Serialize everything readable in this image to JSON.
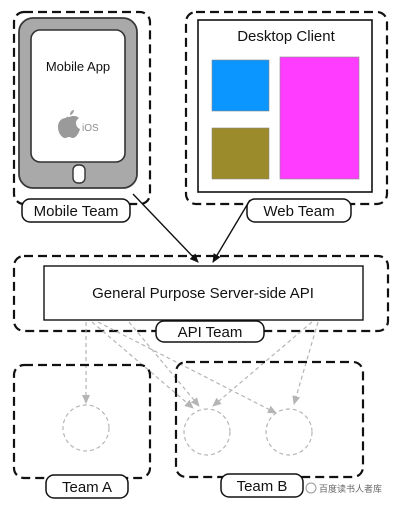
{
  "mobile": {
    "app_label": "Mobile App",
    "os_label": "iOS",
    "team_label": "Mobile Team"
  },
  "desktop": {
    "title": "Desktop Client",
    "team_label": "Web Team",
    "colors": {
      "blue": "#0a95ff",
      "olive": "#9c8b2a",
      "magenta": "#ff3cff"
    }
  },
  "api": {
    "title": "General Purpose Server-side API",
    "team_label": "API Team"
  },
  "teams": {
    "a_label": "Team A",
    "b_label": "Team B"
  },
  "watermark": {
    "text": "百度读书人者库"
  }
}
